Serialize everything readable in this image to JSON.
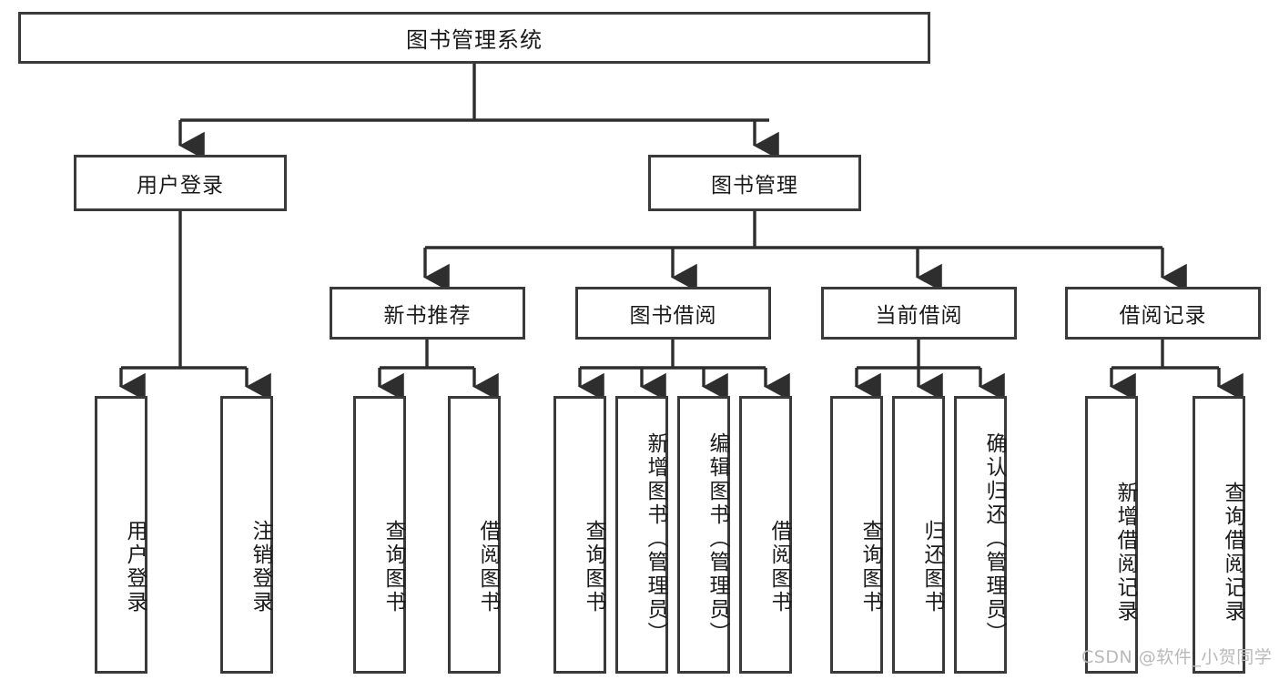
{
  "diagram": {
    "title": "图书管理系统",
    "type": "functional-structure-tree",
    "watermark": "CSDN @软件_小贺同学",
    "colors": {
      "box_border": "#3a3a3a",
      "box_fill": "#ffffff",
      "edge": "#2e2e2e",
      "text": "#1a1a1a",
      "watermark": "#b9b9b9",
      "background": "#ffffff"
    },
    "root": {
      "label": "图书管理系统"
    },
    "level1": [
      {
        "id": "user-login",
        "label": "用户登录"
      },
      {
        "id": "book-management",
        "label": "图书管理"
      }
    ],
    "level2": [
      {
        "id": "new-book-recommend",
        "label": "新书推荐"
      },
      {
        "id": "book-borrow",
        "label": "图书借阅"
      },
      {
        "id": "current-borrow",
        "label": "当前借阅"
      },
      {
        "id": "borrow-record",
        "label": "借阅记录"
      }
    ],
    "leaves": {
      "user_login": [
        {
          "id": "leaf-user-login",
          "label": "用户登录"
        },
        {
          "id": "leaf-logout-login",
          "label": "注销登录"
        }
      ],
      "new_book_recommend": [
        {
          "id": "leaf-query-book-1",
          "label": "查询图书"
        },
        {
          "id": "leaf-borrow-book-1",
          "label": "借阅图书"
        }
      ],
      "book_borrow": [
        {
          "id": "leaf-query-book-2",
          "label": "查询图书"
        },
        {
          "id": "leaf-add-book",
          "label": "新增图书（管理员）"
        },
        {
          "id": "leaf-edit-book",
          "label": "编辑图书（管理员）"
        },
        {
          "id": "leaf-borrow-book-2",
          "label": "借阅图书"
        }
      ],
      "current_borrow": [
        {
          "id": "leaf-query-book-3",
          "label": "查询图书"
        },
        {
          "id": "leaf-return-book",
          "label": "归还图书"
        },
        {
          "id": "leaf-confirm-return",
          "label": "确认归还（管理员）"
        }
      ],
      "borrow_record": [
        {
          "id": "leaf-add-record",
          "label": "新增借阅记录"
        },
        {
          "id": "leaf-query-record",
          "label": "查询借阅记录"
        }
      ]
    }
  }
}
